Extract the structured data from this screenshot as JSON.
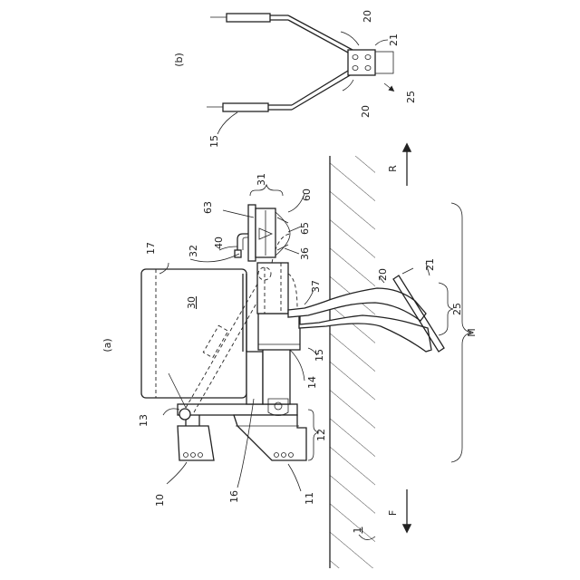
{
  "figure": {
    "panel_a_label": "(a)",
    "panel_b_label": "(b)",
    "direction_forward": "F",
    "direction_rear": "R",
    "reference_numerals": {
      "n1": "1",
      "n10": "10",
      "n11": "11",
      "n12": "12",
      "n13": "13",
      "n14": "14",
      "n15a": "15",
      "n15b": "15",
      "n16": "16",
      "n17": "17",
      "n20a": "20",
      "n20b": "20",
      "n20c": "20",
      "n21a": "21",
      "n21b": "21",
      "n25a": "25",
      "n25b": "25",
      "n30": "30",
      "n31": "31",
      "n32": "32",
      "n36": "36",
      "n37": "37",
      "n40": "40",
      "n60": "60",
      "n63": "63",
      "n65": "65",
      "nM": "M"
    }
  }
}
